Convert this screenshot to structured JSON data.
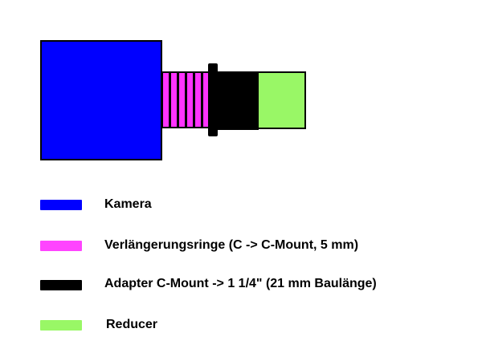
{
  "colors": {
    "camera": "#0000ff",
    "rings": "#ff33ff",
    "adapter": "#000000",
    "reducer": "#99f766"
  },
  "legend": [
    {
      "label": "Kamera",
      "color": "#0000ff"
    },
    {
      "label": "Verlängerungsringe (C -> C-Mount, 5 mm)",
      "color": "#ff33ff"
    },
    {
      "label": "Adapter C-Mount -> 1 1/4\" (21 mm Baulänge)",
      "color": "#000000"
    },
    {
      "label": "Reducer",
      "color": "#99f766"
    }
  ]
}
